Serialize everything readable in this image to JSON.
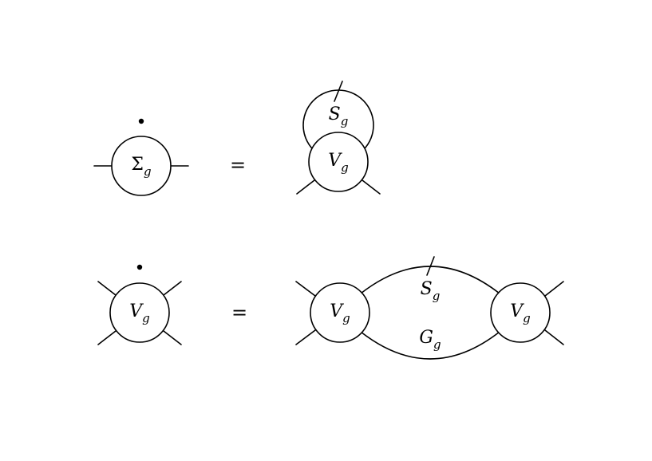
{
  "equations": [
    {
      "lhs": {
        "symbol": "Σ",
        "sub": "g"
      },
      "operator": "=",
      "rhs": {
        "loop": {
          "symbol": "S",
          "sub": "g"
        },
        "vertex": {
          "symbol": "V",
          "sub": "g"
        }
      }
    },
    {
      "lhs": {
        "symbol": "V",
        "sub": "g"
      },
      "operator": "=",
      "rhs": {
        "left_vertex": {
          "symbol": "V",
          "sub": "g"
        },
        "upper_propagator": {
          "symbol": "S",
          "sub": "g"
        },
        "lower_propagator": {
          "symbol": "G",
          "sub": "g"
        },
        "right_vertex": {
          "symbol": "V",
          "sub": "g"
        }
      }
    }
  ]
}
